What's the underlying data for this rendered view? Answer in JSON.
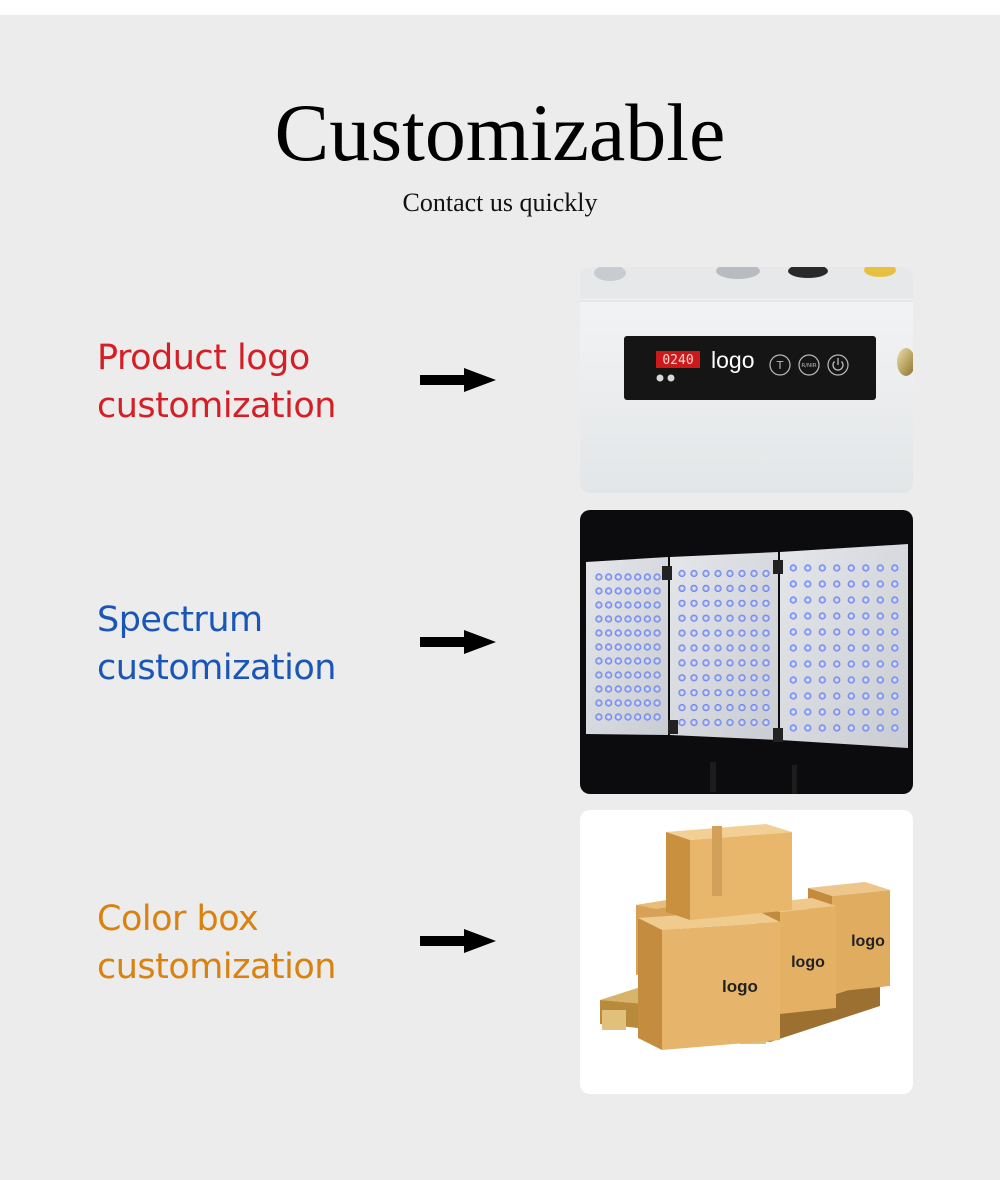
{
  "header": {
    "title": "Customizable",
    "subtitle": "Contact us quickly"
  },
  "rows": [
    {
      "label_line1": "Product logo",
      "label_line2": "customization",
      "color": "#d51f26",
      "image_text": {
        "display": "0240",
        "logo": "logo",
        "btn_t": "T",
        "btn_rnir": "R/NIR"
      }
    },
    {
      "label_line1": "Spectrum",
      "label_line2": "customization",
      "color": "#1a56b8"
    },
    {
      "label_line1": "Color box",
      "label_line2": "customization",
      "color": "#d9820f",
      "image_text": {
        "logo1": "logo",
        "logo2": "logo",
        "logo3": "logo"
      }
    }
  ],
  "icons": [
    "arrow-right-icon",
    "power-icon"
  ]
}
